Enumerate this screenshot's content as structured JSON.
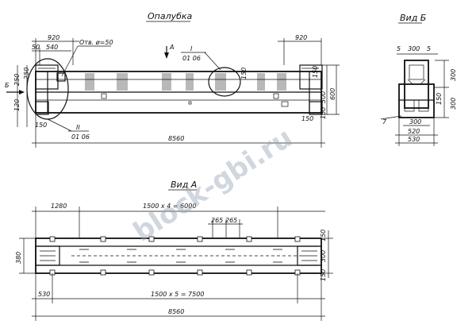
{
  "view_titles": {
    "formwork": "Опалубка",
    "view_b": "Вид Б",
    "view_a": "Вид А"
  },
  "formwork_labels": {
    "hole": "Отв. ø=50",
    "section_a_mark": "А",
    "node1_roman": "I",
    "node1_sheet": "01 06",
    "node2_roman": "II",
    "node2_sheet": "01 06",
    "arrow_b": "Б"
  },
  "formwork_dims": {
    "top_left_920": "920",
    "top_left_50": "50",
    "top_left_540": "540",
    "top_right_920": "920",
    "left_250": "250",
    "left_250_b": "250",
    "left_120": "120",
    "left_150": "150",
    "right_150_a": "150",
    "right_150_b": "150",
    "right_300": "300",
    "right_600": "600",
    "right_150_c": "150",
    "mid_150": "150",
    "overall": "8560"
  },
  "view_b_dims": {
    "d5_left": "5",
    "d300": "300",
    "d5_right": "5",
    "h300_top": "300",
    "h300_bot": "300",
    "h150": "150",
    "w300": "300",
    "w520": "520",
    "w530": "530",
    "mark7": "7"
  },
  "view_a_dims": {
    "d1280": "1280",
    "d1500x4": "1500 х 4 = 6000",
    "d265a": "265",
    "d265b": "265",
    "w380": "380",
    "r150a": "150",
    "r300": "300",
    "r150b": "150",
    "d530": "530",
    "d1500x5": "1500 х 5 = 7500",
    "overall": "8560"
  },
  "watermark": "block-gbi.ru"
}
